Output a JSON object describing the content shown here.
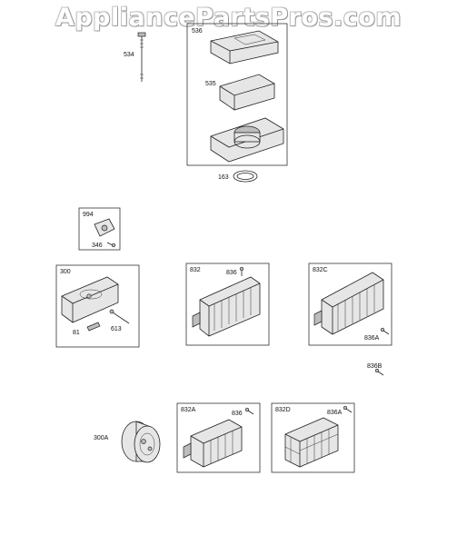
{
  "watermark": "AppliancePartsPros.com",
  "callouts": {
    "c534": "534",
    "c536": "536",
    "c535": "535",
    "c163": "163",
    "c994": "994",
    "c346": "346",
    "c300": "300",
    "c81": "81",
    "c613": "613",
    "c832": "832",
    "c836": "836",
    "c832C": "832C",
    "c836A_1": "836A",
    "c836B": "836B",
    "c300A": "300A",
    "c832A": "832A",
    "c836_2": "836",
    "c832D": "832D",
    "c836A_2": "836A"
  }
}
